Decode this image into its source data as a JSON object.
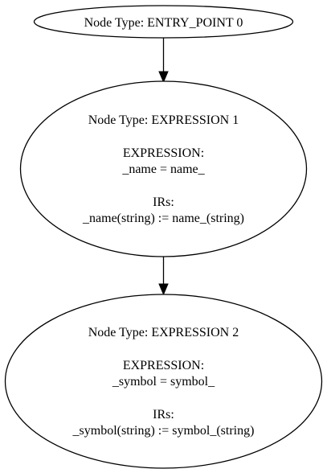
{
  "diagram": {
    "nodes": [
      {
        "id": "entry-point-0",
        "lines": [
          "Node Type: ENTRY_POINT 0"
        ]
      },
      {
        "id": "expression-1",
        "lines": [
          "Node Type: EXPRESSION 1",
          "",
          "EXPRESSION:",
          "_name = name_",
          "",
          "IRs:",
          "_name(string) := name_(string)"
        ]
      },
      {
        "id": "expression-2",
        "lines": [
          "Node Type: EXPRESSION 2",
          "",
          "EXPRESSION:",
          "_symbol = symbol_",
          "",
          "IRs:",
          "_symbol(string) := symbol_(string)"
        ]
      }
    ],
    "edges": [
      {
        "from": "entry-point-0",
        "to": "expression-1"
      },
      {
        "from": "expression-1",
        "to": "expression-2"
      }
    ]
  }
}
